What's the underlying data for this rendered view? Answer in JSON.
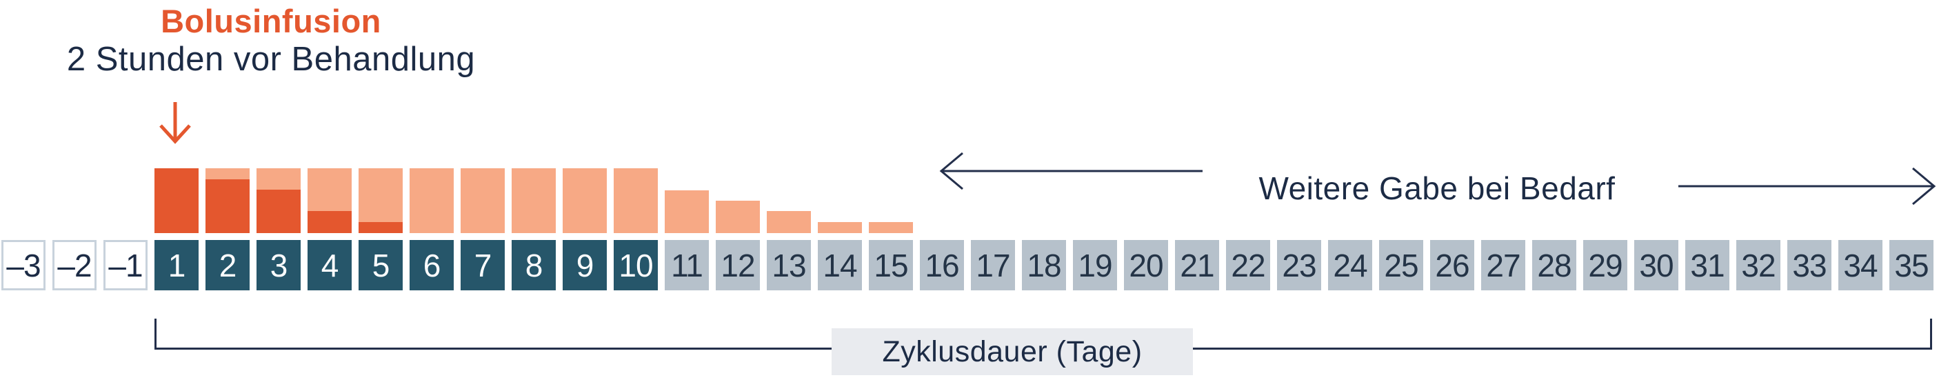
{
  "header": {
    "title": "Bolusinfusion",
    "subtitle": "2 Stunden vor Behandlung"
  },
  "annotations": {
    "further_dose": "Weitere Gabe bei Bedarf",
    "cycle_duration": "Zyklusdauer (Tage)"
  },
  "colors": {
    "dark_orange": "#E4572E",
    "light_orange": "#F7A985",
    "teal": "#26566A",
    "gray_cell": "#B6C1CB",
    "navy": "#1C2B45",
    "arrow_navy": "#232F4B",
    "cell_border": "#C8D2DC",
    "cell_number": "#243447",
    "badge_bg": "#E9EBEF"
  },
  "chart_data": {
    "type": "bar",
    "stacked": true,
    "title": "Bolusinfusion",
    "subtitle": "2 Stunden vor Behandlung",
    "xlabel": "Zyklusdauer (Tage)",
    "ylabel": "",
    "ylim": [
      0,
      1
    ],
    "grid": false,
    "legend": "none",
    "annotations": [
      "Weitere Gabe bei Bedarf"
    ],
    "x_categories": [
      "–3",
      "–2",
      "–1",
      "1",
      "2",
      "3",
      "4",
      "5",
      "6",
      "7",
      "8",
      "9",
      "10",
      "11",
      "12",
      "13",
      "14",
      "15",
      "16",
      "17",
      "18",
      "19",
      "20",
      "21",
      "22",
      "23",
      "24",
      "25",
      "26",
      "27",
      "28",
      "29",
      "30",
      "31",
      "32",
      "33",
      "34",
      "35"
    ],
    "cell_types": [
      "white",
      "white",
      "white",
      "teal",
      "teal",
      "teal",
      "teal",
      "teal",
      "teal",
      "teal",
      "teal",
      "teal",
      "teal",
      "gray",
      "gray",
      "gray",
      "gray",
      "gray",
      "gray",
      "gray",
      "gray",
      "gray",
      "gray",
      "gray",
      "gray",
      "gray",
      "gray",
      "gray",
      "gray",
      "gray",
      "gray",
      "gray",
      "gray",
      "gray",
      "gray",
      "gray",
      "gray",
      "gray"
    ],
    "series": [
      {
        "name": "dark-orange-portion",
        "color": "#E4572E",
        "values": [
          0,
          0,
          0,
          1,
          0.83,
          0.67,
          0.34,
          0.17,
          0,
          0,
          0,
          0,
          0,
          0,
          0,
          0,
          0,
          0,
          0,
          0,
          0,
          0,
          0,
          0,
          0,
          0,
          0,
          0,
          0,
          0,
          0,
          0,
          0,
          0,
          0,
          0,
          0,
          0
        ]
      },
      {
        "name": "light-orange-portion",
        "color": "#F7A985",
        "values": [
          0,
          0,
          0,
          0,
          0.17,
          0.33,
          0.66,
          0.83,
          1,
          1,
          1,
          1,
          1,
          0.66,
          0.5,
          0.34,
          0.17,
          0.17,
          0,
          0,
          0,
          0,
          0,
          0,
          0,
          0,
          0,
          0,
          0,
          0,
          0,
          0,
          0,
          0,
          0,
          0,
          0,
          0
        ]
      }
    ]
  }
}
